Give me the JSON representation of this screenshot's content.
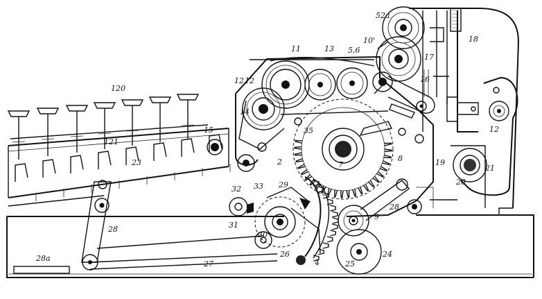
{
  "figure": {
    "labels": {
      "l52a": "52a",
      "l18": "18",
      "l11": "11",
      "l13": "13",
      "l56": "5,6",
      "l10p": "10'",
      "l17": "17",
      "l16": "16",
      "l12a": "12",
      "l12b": "12",
      "l12c": "12",
      "l120": "120",
      "l14": "14",
      "l15": "15",
      "l35": "35",
      "l121": "121",
      "l23": "23",
      "l2": "2",
      "l7": "7",
      "l8": "8",
      "l19": "19",
      "l21": "21",
      "l20": "20",
      "l32": "32",
      "l33": "33",
      "l29": "29",
      "l31": "31",
      "l30": "30",
      "l28a": "28",
      "l28b": "28",
      "l9": "9",
      "l24": "24",
      "l25": "25",
      "l26": "26",
      "l27": "27",
      "l4": "4",
      "l28c": "28a"
    }
  }
}
